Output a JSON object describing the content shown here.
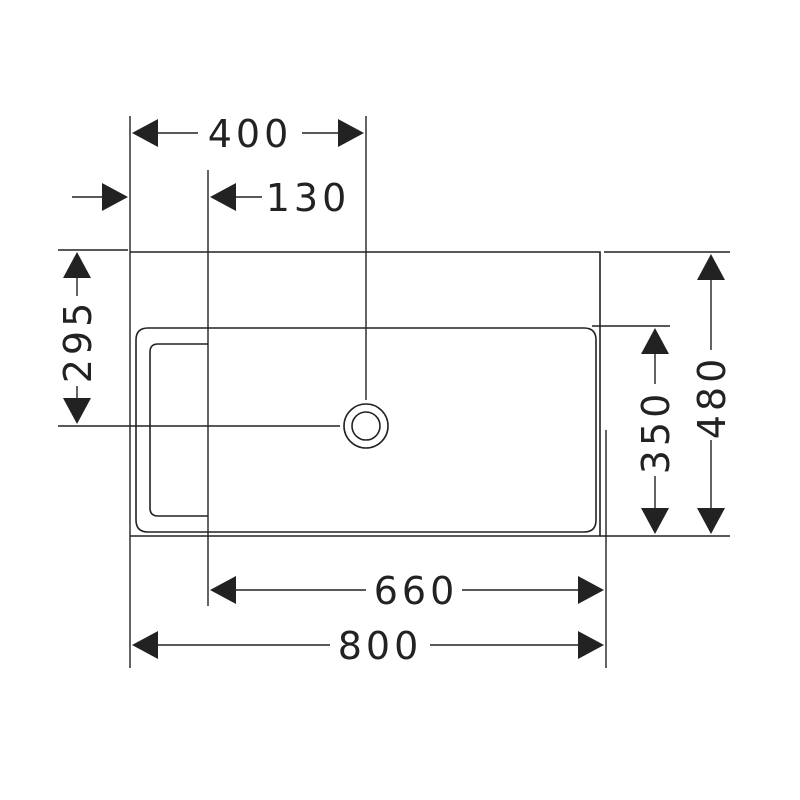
{
  "drawing": {
    "colors": {
      "line": "#222222",
      "background": "#ffffff"
    },
    "dimensions": {
      "width_400": "400",
      "offset_130": "130",
      "depth_295": "295",
      "depth_350": "350",
      "depth_480": "480",
      "width_660": "660",
      "width_800": "800"
    }
  }
}
